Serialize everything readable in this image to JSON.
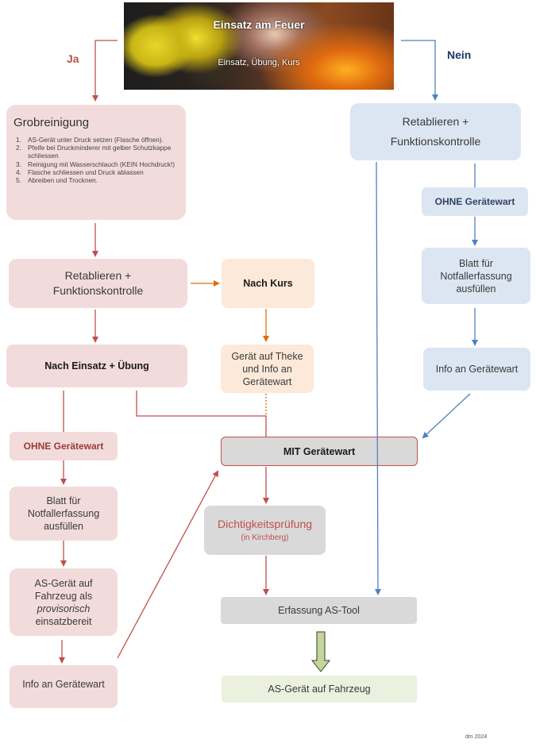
{
  "header": {
    "title": "Einsatz am Feuer",
    "subtitle": "Einsatz, Übung, Kurs"
  },
  "branches": {
    "yes": "Ja",
    "no": "Nein"
  },
  "colors": {
    "red_line": "#c0504d",
    "blue_line": "#4f81bd",
    "orange_line": "#e46c0a",
    "red_fill": "#f2dcdb",
    "blue_fill": "#dce6f2",
    "orange_fill": "#fde9d9",
    "grey_fill": "#d9d9d9",
    "green_fill": "#ebf1de",
    "green_arrow": "#c3d69b"
  },
  "left": {
    "grobreinigung": {
      "title": "Grobreinigung",
      "steps": [
        {
          "num": "1.",
          "text": "AS-Gerät unter Druck setzen (Flasche öffnen)."
        },
        {
          "num": "2.",
          "text": "Pfeife bei Druckminderer mit gelber Schutzkappe schliessen"
        },
        {
          "num": "3.",
          "text": "Reinigung mit Wasserschlauch (KEIN Hochdruck!)"
        },
        {
          "num": "4.",
          "text": "Flasche schliessen und Druck ablassen"
        },
        {
          "num": "5.",
          "text": "Abreiben und Trocknen."
        }
      ]
    },
    "retablieren": {
      "line1": "Retablieren +",
      "line2": "Funktionskontrolle"
    },
    "nach_einsatz": "Nach Einsatz + Übung",
    "ohne_geraetewart": "OHNE Gerätewart",
    "blatt": {
      "line1": "Blatt für",
      "line2": "Notfallerfassung",
      "line3": "ausfüllen"
    },
    "as_geraet": {
      "line1": "AS-Gerät auf",
      "line2": "Fahrzeug als",
      "line3_italic": "provisorisch",
      "line4": "einsatzbereit"
    },
    "info": "Info an Gerätewart"
  },
  "middle": {
    "nach_kurs": "Nach Kurs",
    "theke": {
      "line1": "Gerät auf Theke",
      "line2": "und Info an",
      "line3": "Gerätewart"
    },
    "mit_geraetewart": "MIT Gerätewart",
    "dichtigkeit": {
      "title": "Dichtigkeitsprüfung",
      "sub": "(in Kirchberg)"
    },
    "erfassung": "Erfassung AS-Tool",
    "fahrzeug": "AS-Gerät auf Fahrzeug"
  },
  "right": {
    "retablieren": {
      "line1": "Retablieren +",
      "line2": "Funktionskontrolle"
    },
    "ohne_geraetewart": "OHNE Gerätewart",
    "blatt": {
      "line1": "Blatt für",
      "line2": "Notfallerfassung",
      "line3": "ausfüllen"
    },
    "info": "Info an Gerätewart"
  },
  "footer": "dm 2024"
}
